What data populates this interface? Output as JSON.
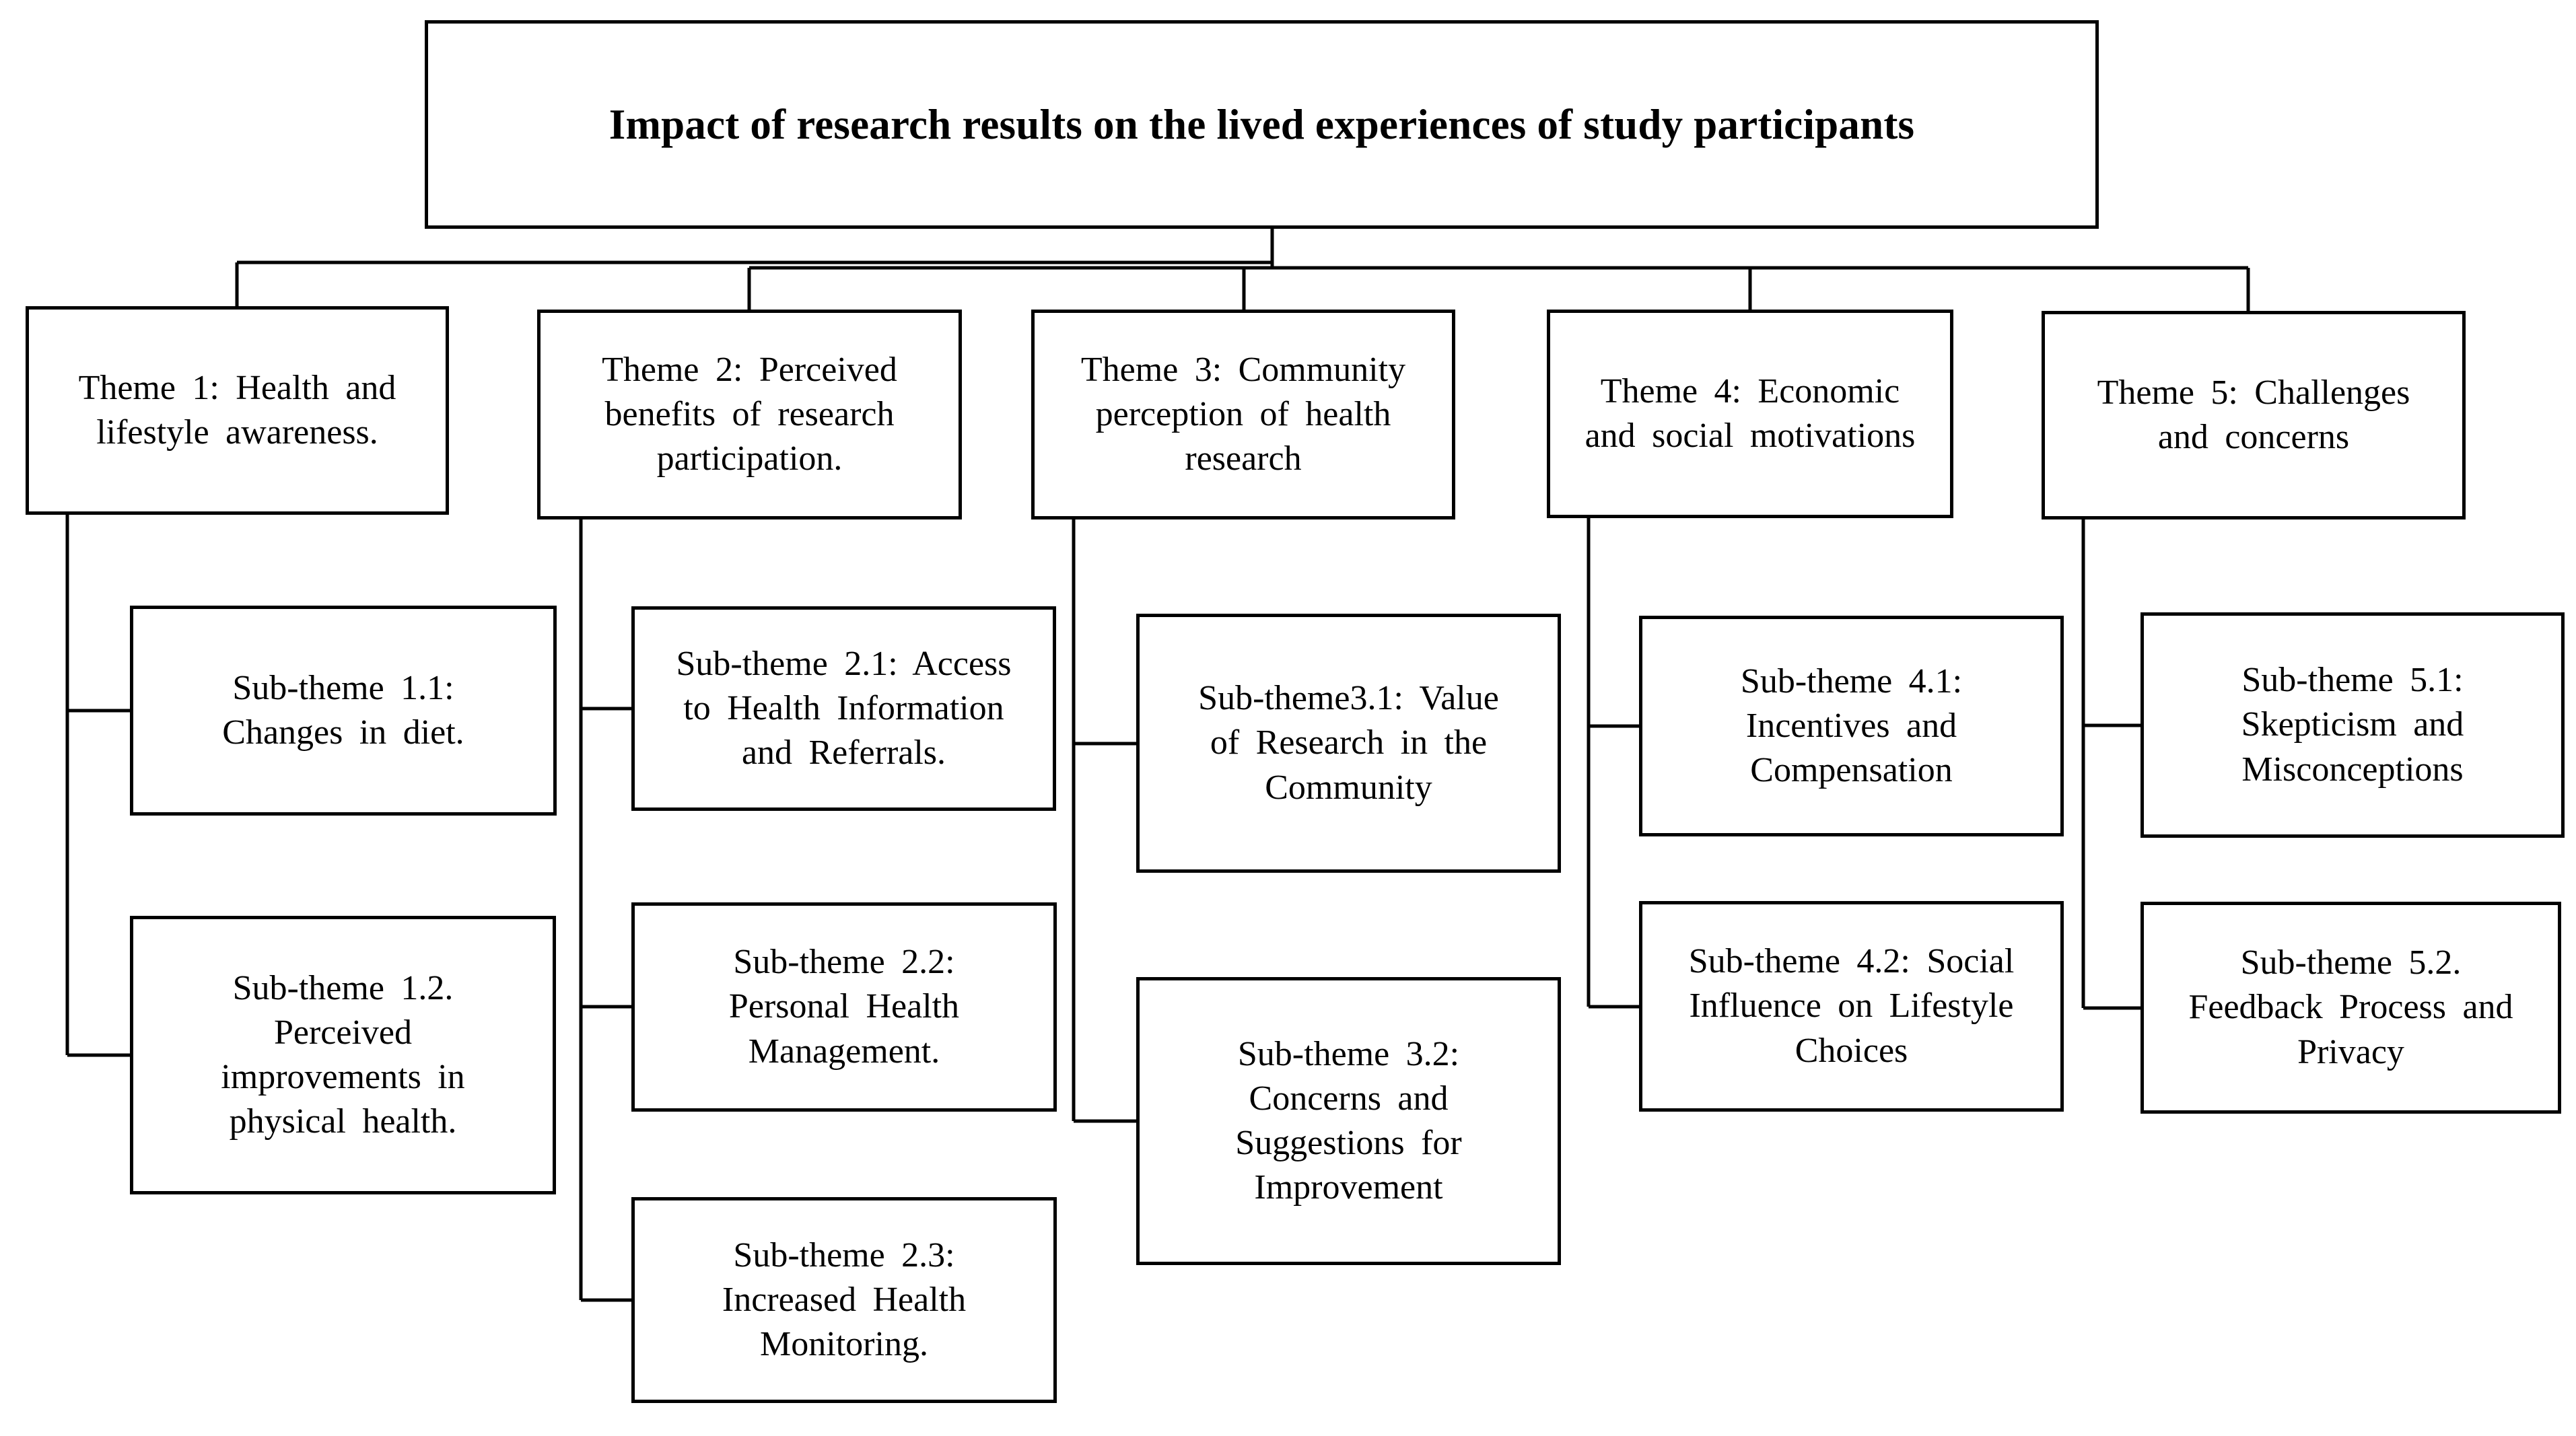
{
  "colors": {
    "background": "#ffffff",
    "box_border": "#000000",
    "connector": "#000000",
    "text": "#000000"
  },
  "diagram": {
    "title": "Impact of research results on the lived experiences of study participants",
    "themes": [
      {
        "label": "Theme 1: Health and\nlifestyle awareness.",
        "subthemes": [
          {
            "label": "Sub-theme 1.1:\nChanges in diet."
          },
          {
            "label": "Sub-theme 1.2.\nPerceived\nimprovements in\nphysical health."
          }
        ]
      },
      {
        "label": "Theme 2: Perceived\nbenefits of research\nparticipation.",
        "subthemes": [
          {
            "label": "Sub-theme 2.1: Access\nto Health Information\nand Referrals."
          },
          {
            "label": "Sub-theme 2.2:\nPersonal Health\nManagement."
          },
          {
            "label": "Sub-theme 2.3:\nIncreased Health\nMonitoring."
          }
        ]
      },
      {
        "label": "Theme 3: Community\nperception of health\nresearch",
        "subthemes": [
          {
            "label": "Sub-theme3.1: Value\nof Research in the\nCommunity"
          },
          {
            "label": "Sub-theme 3.2:\nConcerns and\nSuggestions for\nImprovement"
          }
        ]
      },
      {
        "label": "Theme 4: Economic\nand social motivations",
        "subthemes": [
          {
            "label": "Sub-theme 4.1:\nIncentives and\nCompensation"
          },
          {
            "label": "Sub-theme 4.2: Social\nInfluence on Lifestyle\nChoices"
          }
        ]
      },
      {
        "label": "Theme 5: Challenges\nand concerns",
        "subthemes": [
          {
            "label": "Sub-theme 5.1:\nSkepticism and\nMisconceptions"
          },
          {
            "label": "Sub-theme 5.2.\nFeedback Process and\nPrivacy"
          }
        ]
      }
    ]
  }
}
